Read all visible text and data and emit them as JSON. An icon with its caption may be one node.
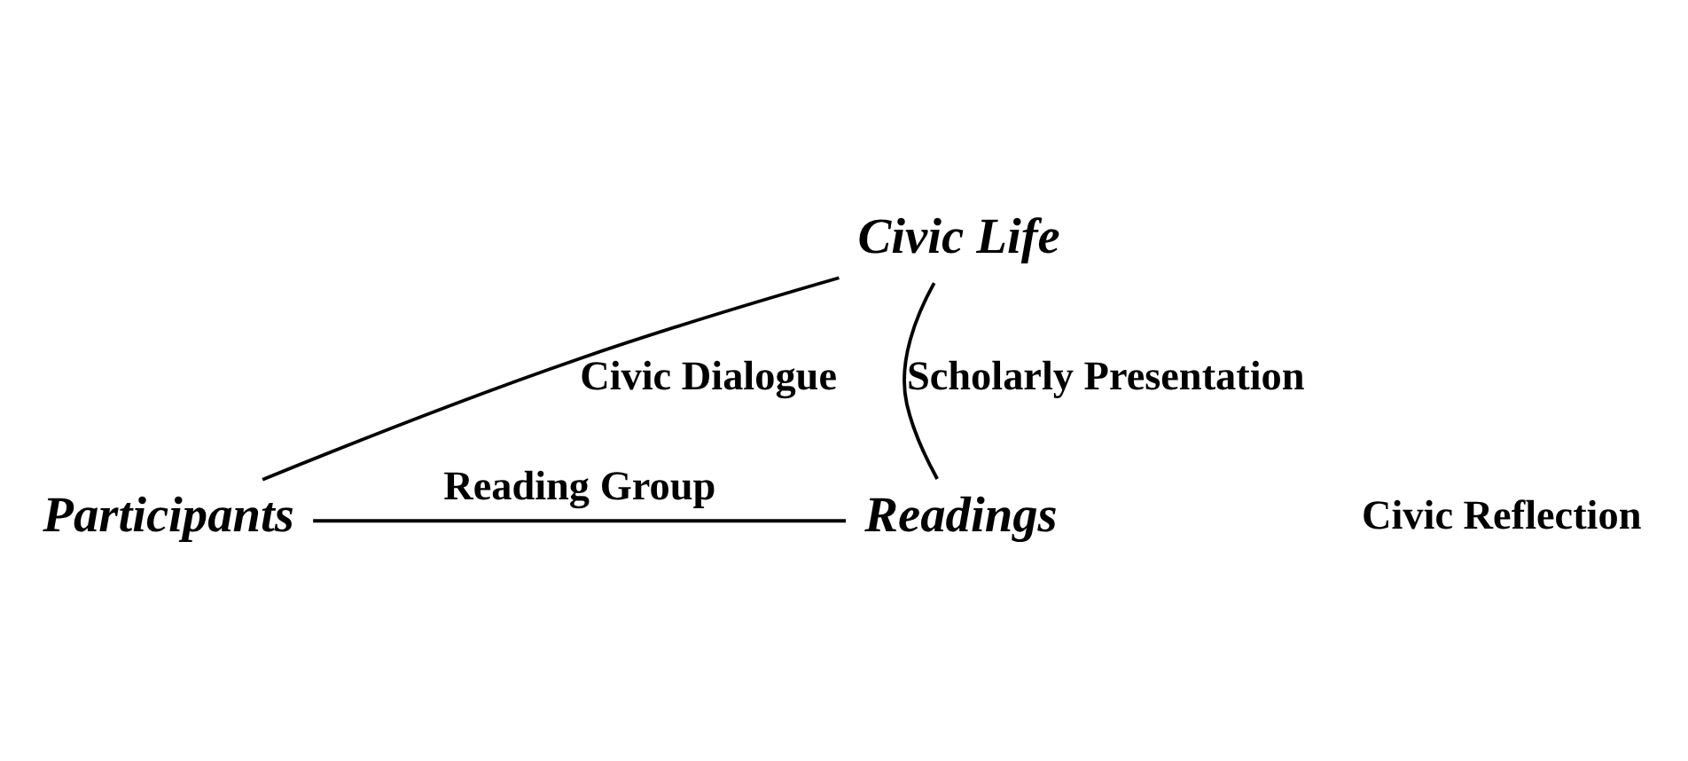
{
  "diagram": {
    "nodes": [
      {
        "text": [
          "Civic Life"
        ]
      },
      {
        "text": [
          "Participants"
        ]
      },
      {
        "text": [
          "Readings"
        ]
      }
    ],
    "edges": [
      {
        "from": 0,
        "to": 1,
        "arrow": "none",
        "label": "Civic Dialogue"
      },
      {
        "from": 0,
        "to": 2,
        "arrow": "none",
        "label": "Scholarly Presentation"
      },
      {
        "from": 1,
        "to": 2,
        "arrow": "none",
        "label": "Reading Group"
      }
    ],
    "labels": [
      "Civic Reflection"
    ]
  }
}
